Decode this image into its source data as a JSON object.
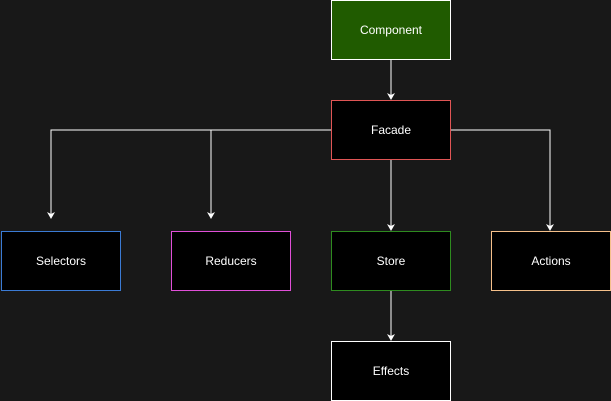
{
  "nodes": {
    "component": {
      "label": "Component",
      "stroke": "#ffffff",
      "fill": "#205b00"
    },
    "facade": {
      "label": "Facade",
      "stroke": "#e05555",
      "fill": "#000000"
    },
    "selectors": {
      "label": "Selectors",
      "stroke": "#3b7bd4",
      "fill": "#000000"
    },
    "reducers": {
      "label": "Reducers",
      "stroke": "#e04fd8",
      "fill": "#000000"
    },
    "store": {
      "label": "Store",
      "stroke": "#2e8b1f",
      "fill": "#000000"
    },
    "actions": {
      "label": "Actions",
      "stroke": "#f5c08a",
      "fill": "#000000"
    },
    "effects": {
      "label": "Effects",
      "stroke": "#ffffff",
      "fill": "#000000"
    }
  },
  "edges": [
    {
      "from": "component",
      "to": "facade"
    },
    {
      "from": "facade",
      "to": "selectors"
    },
    {
      "from": "facade",
      "to": "reducers"
    },
    {
      "from": "facade",
      "to": "store"
    },
    {
      "from": "facade",
      "to": "actions"
    },
    {
      "from": "store",
      "to": "effects"
    }
  ],
  "colors": {
    "background": "#181818",
    "edge": "#ffffff"
  }
}
